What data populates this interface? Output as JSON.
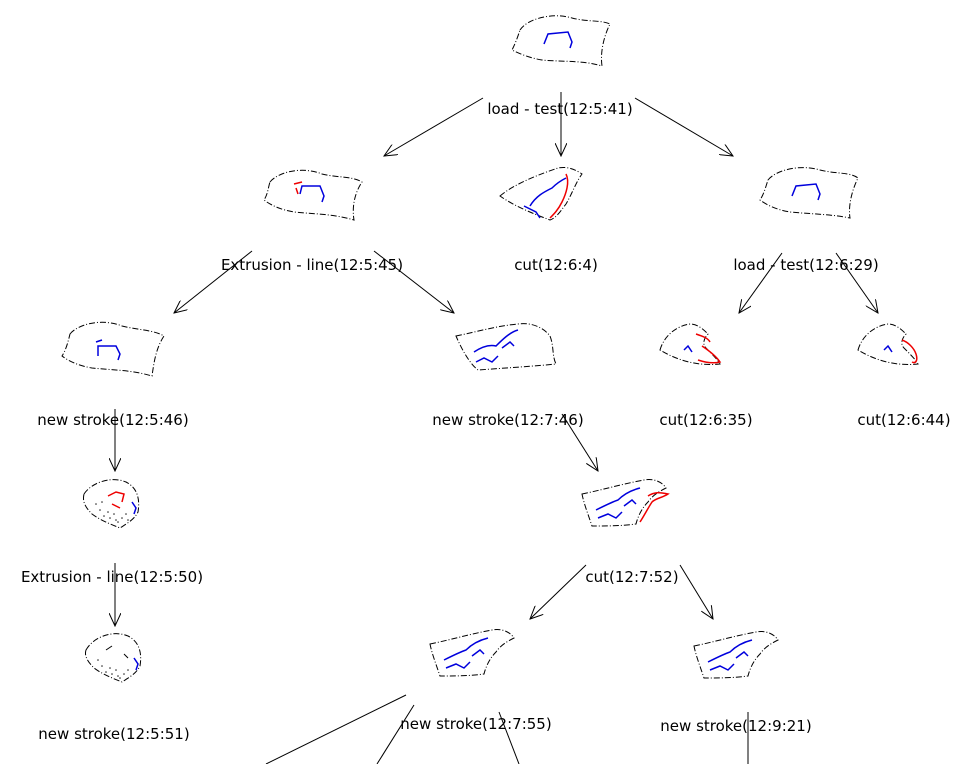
{
  "nodes": {
    "n_root": {
      "label": ""
    },
    "n_load_a": {
      "label": "load - test(12:5:41)"
    },
    "n_extr_a": {
      "label": "Extrusion - line(12:5:45)"
    },
    "n_cut_a": {
      "label": "cut(12:6:4)"
    },
    "n_load_b": {
      "label": "load - test(12:6:29)"
    },
    "n_stroke_a": {
      "label": "new stroke(12:5:46)"
    },
    "n_stroke_b": {
      "label": "new stroke(12:7:46)"
    },
    "n_cut_b": {
      "label": "cut(12:6:35)"
    },
    "n_cut_c": {
      "label": "cut(12:6:44)"
    },
    "n_extr_b": {
      "label": "Extrusion - line(12:5:50)"
    },
    "n_cut_d": {
      "label": "cut(12:7:52)"
    },
    "n_stroke_c": {
      "label": "new stroke(12:5:51)"
    },
    "n_stroke_d": {
      "label": "new stroke(12:7:55)"
    },
    "n_stroke_e": {
      "label": "new stroke(12:9:21)"
    }
  },
  "colors": {
    "edge": "#000000",
    "stroke_blue": "#0000dd",
    "stroke_red": "#ee0000",
    "background": "#ffffff"
  }
}
